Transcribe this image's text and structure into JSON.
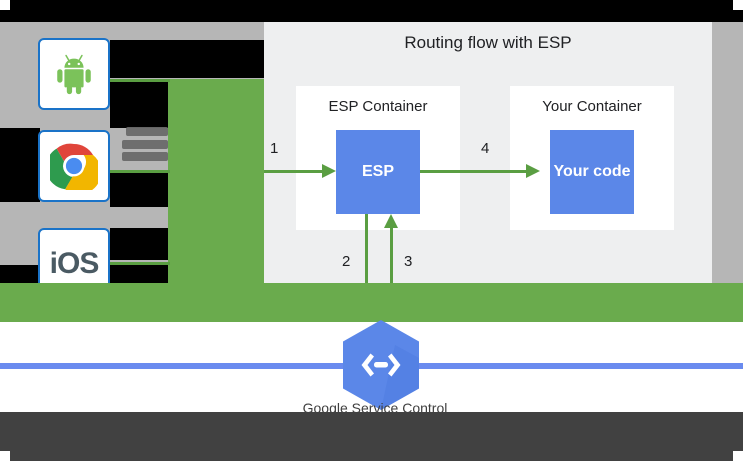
{
  "panel": {
    "title": "Routing flow with ESP",
    "containers": [
      {
        "name": "esp",
        "title": "ESP Container",
        "box_label": "ESP"
      },
      {
        "name": "your",
        "title": "Your Container",
        "box_label": "Your code"
      }
    ],
    "arrow_labels": {
      "one": "1",
      "two": "2",
      "three": "3",
      "four": "4"
    }
  },
  "clients": [
    {
      "name": "android",
      "icon": "android-icon",
      "label": ""
    },
    {
      "name": "chrome",
      "icon": "chrome-icon",
      "label": ""
    },
    {
      "name": "ios",
      "icon": "ios-icon",
      "label": "iOS"
    }
  ],
  "bottom": {
    "service_icon": "api-hexagon-icon",
    "caption": "Google Service Control"
  },
  "colors": {
    "blue_box": "#5b87e8",
    "arrow_green": "#5a9e42",
    "band_green": "#6aab4d",
    "panel_bg": "#eeeff0",
    "page_bg": "#b6b6b6",
    "blue_line": "#6a8bef",
    "tile_border": "#1a73c8",
    "bottom_bar": "#414141"
  }
}
